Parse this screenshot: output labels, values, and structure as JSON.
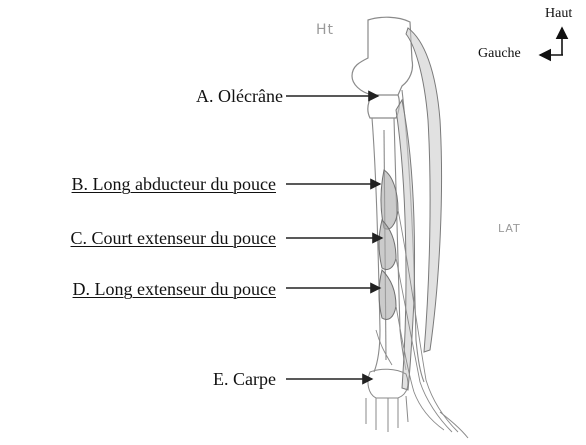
{
  "compass": {
    "up_label": "Haut",
    "left_label": "Gauche"
  },
  "sketch_notes": {
    "top": "Ht",
    "side": "LAT"
  },
  "labels": [
    {
      "letter": "A",
      "text": "A. Olécrâne",
      "underlined": false
    },
    {
      "letter": "B",
      "text": "B. Long abducteur du pouce",
      "underlined": true
    },
    {
      "letter": "C",
      "text": "C. Court extenseur du pouce",
      "underlined": true
    },
    {
      "letter": "D",
      "text": "D. Long extenseur du pouce",
      "underlined": true
    },
    {
      "letter": "E",
      "text": "E. Carpe",
      "underlined": false
    }
  ],
  "colors": {
    "text": "#111111",
    "sketch_line": "#8a8a8a",
    "muscle_fill": "#c9c9c9",
    "muscle_dark": "#a9a9a9",
    "arrow": "#222222"
  }
}
